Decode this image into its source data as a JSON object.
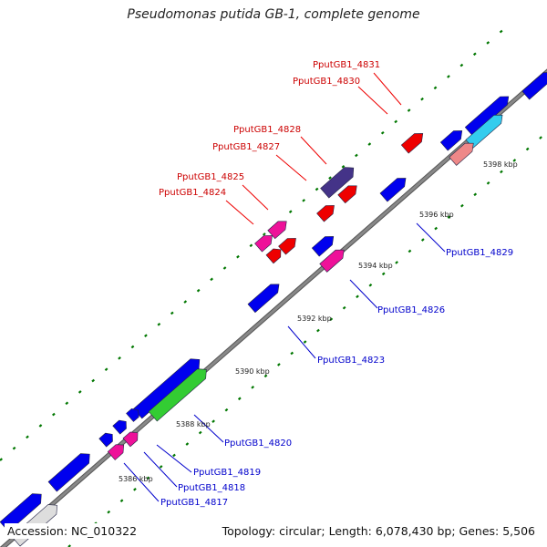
{
  "title": "Pseudomonas putida GB-1, complete genome",
  "footer": {
    "accession": "Accession: NC_010322",
    "summary": "Topology: circular; Length: 6,078,430 bp; Genes: 5,506"
  },
  "ticks": [
    {
      "label": "5386 kbp"
    },
    {
      "label": "5388 kbp"
    },
    {
      "label": "5390 kbp"
    },
    {
      "label": "5392 kbp"
    },
    {
      "label": "5394 kbp"
    },
    {
      "label": "5396 kbp"
    },
    {
      "label": "5398 kbp"
    }
  ],
  "labels_reverse_strand": [
    {
      "text": "PputGB1_4831",
      "color": "#cc0000"
    },
    {
      "text": "PputGB1_4830",
      "color": "#cc0000"
    },
    {
      "text": "PputGB1_4828",
      "color": "#cc0000"
    },
    {
      "text": "PputGB1_4827",
      "color": "#cc0000"
    },
    {
      "text": "PputGB1_4825",
      "color": "#cc0000"
    },
    {
      "text": "PputGB1_4824",
      "color": "#cc0000"
    }
  ],
  "labels_forward_strand": [
    {
      "text": "PputGB1_4829",
      "color": "#0000cc"
    },
    {
      "text": "PputGB1_4826",
      "color": "#0000cc"
    },
    {
      "text": "PputGB1_4823",
      "color": "#0000cc"
    },
    {
      "text": "PputGB1_4820",
      "color": "#0000cc"
    },
    {
      "text": "PputGB1_4819",
      "color": "#0000cc"
    },
    {
      "text": "PputGB1_4818",
      "color": "#0000cc"
    },
    {
      "text": "PputGB1_4817",
      "color": "#0000cc"
    }
  ],
  "feature_colors": {
    "cds_blue": "#0000ee",
    "cds_red": "#ee0000",
    "cds_magenta": "#ee1199",
    "cds_green": "#33cc33",
    "cds_navy": "#443388",
    "cds_cyan": "#33ccee",
    "cds_pink": "#ee8888",
    "cds_grey": "#dddddd",
    "backbone": "#888888",
    "tick_green": "#007700"
  }
}
